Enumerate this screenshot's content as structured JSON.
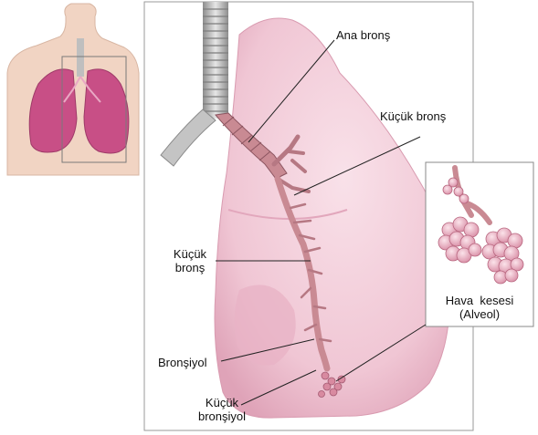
{
  "labels": {
    "ana_brons": "Ana bronş",
    "kucuk_bronsl_top": "Küçük bronş",
    "kucuk_bronsl_left_line1": "Küçük",
    "kucuk_bronsl_left_line2": "bronş",
    "bronsiyol": "Bronşiyol",
    "kucuk_bronsiyol_line1": "Küçük",
    "kucuk_bronsiyol_line2": "bronşiyol",
    "hava_kesesi_line1": "Hava  kesesi",
    "hava_kesesi_line2": "(Alveol)"
  },
  "colors": {
    "lung_fill": "#f3cdd9",
    "lung_shade": "#e3a9bd",
    "bronchus": "#c98a93",
    "trachea": "#b7b7b7",
    "alveoli": "#e4a3b6",
    "frame": "#9a9a9a",
    "line": "#222222",
    "skin": "#f1d4c3"
  }
}
